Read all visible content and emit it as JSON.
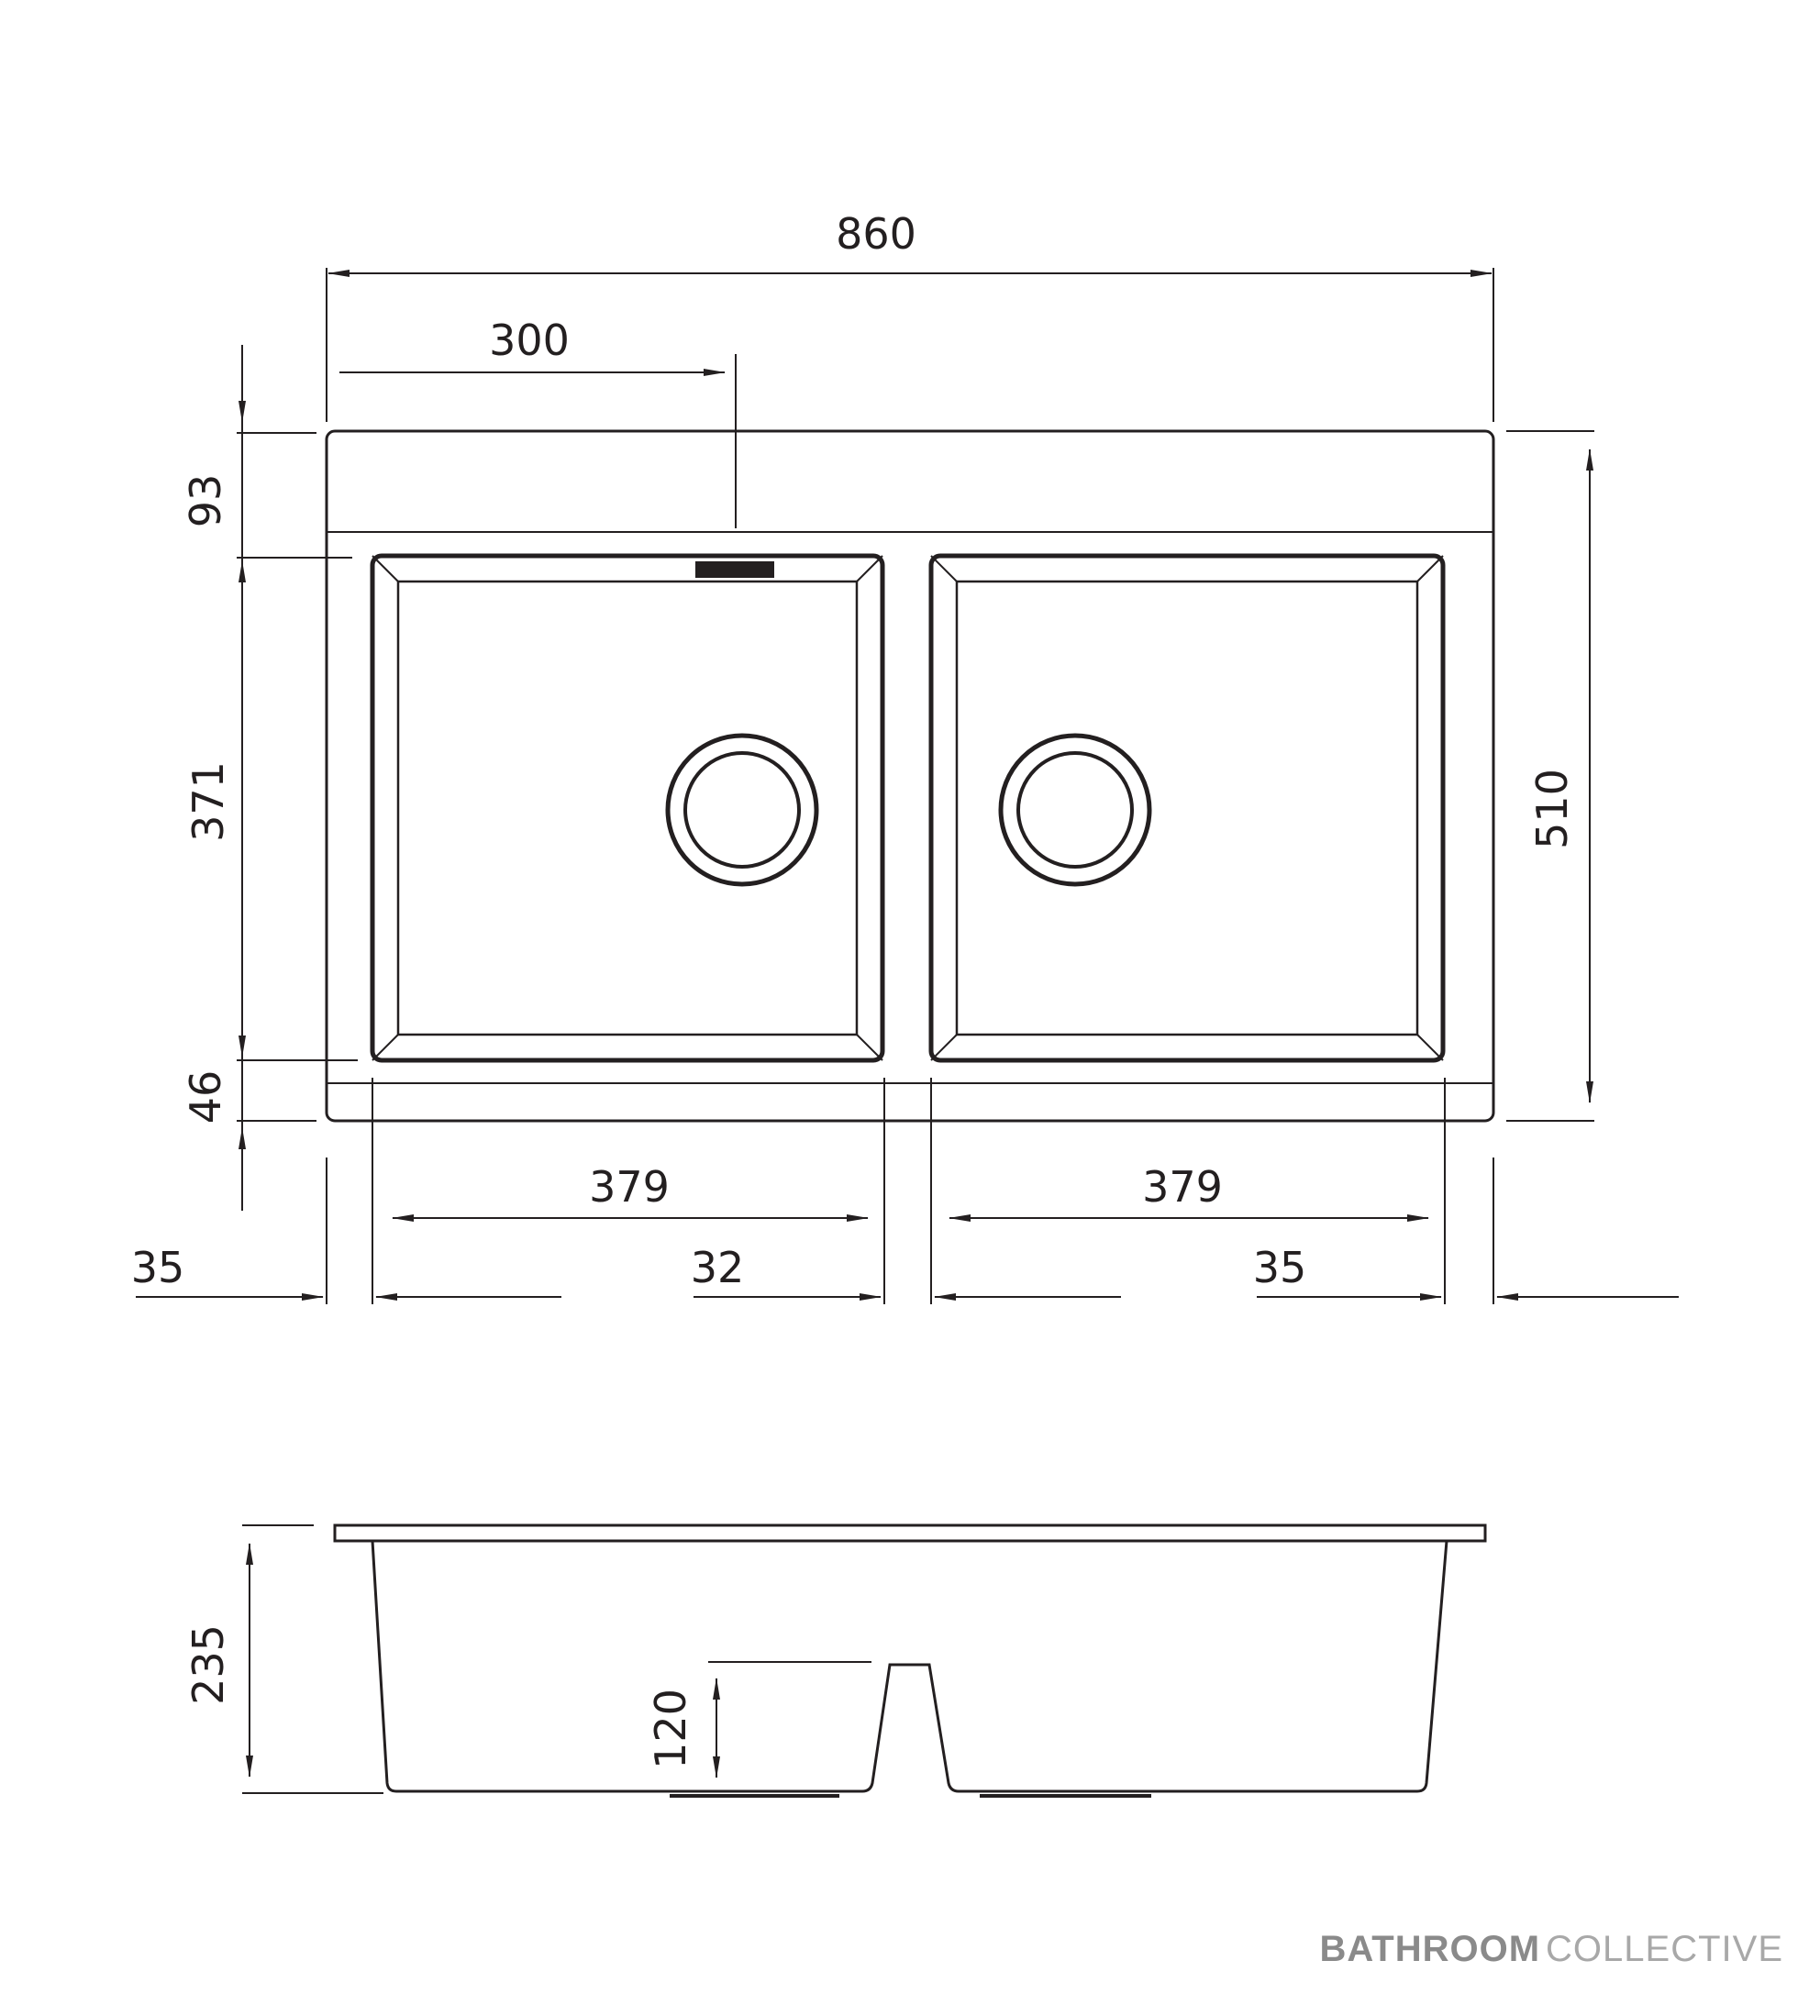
{
  "dimensions": {
    "overall_width": "860",
    "tap_offset": "300",
    "top_margin": "93",
    "bowl_depth": "371",
    "bottom_margin": "46",
    "overall_depth": "510",
    "left_bowl_width": "379",
    "right_bowl_width": "379",
    "left_edge": "35",
    "center_divider": "32",
    "right_edge": "35",
    "total_height": "235",
    "divider_height": "120"
  },
  "brand": {
    "bold": "BATHROOM",
    "light": "COLLECTIVE"
  },
  "colors": {
    "line": "#231f20",
    "brand_text": "#9a9a9a"
  }
}
